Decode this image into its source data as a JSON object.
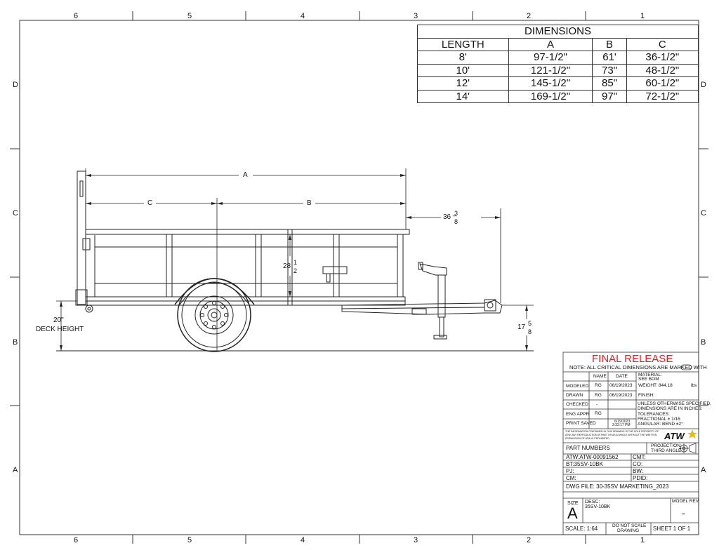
{
  "zones": {
    "columns": [
      "6",
      "5",
      "4",
      "3",
      "2",
      "1"
    ],
    "rows": [
      "D",
      "C",
      "B",
      "A"
    ]
  },
  "dimensions_table": {
    "title": "DIMENSIONS",
    "headers": [
      "LENGTH",
      "A",
      "B",
      "C"
    ],
    "rows": [
      [
        "8'",
        "97-1/2\"",
        "61'",
        "36-1/2\""
      ],
      [
        "10'",
        "121-1/2\"",
        "73\"",
        "48-1/2\""
      ],
      [
        "12'",
        "145-1/2\"",
        "85\"",
        "60-1/2\""
      ],
      [
        "14'",
        "169-1/2\"",
        "97\"",
        "72-1/2\""
      ]
    ]
  },
  "drawing": {
    "dim_a": "A",
    "dim_b": "B",
    "dim_c": "C",
    "tongue_whole": "36",
    "tongue_num": "3",
    "tongue_den": "8",
    "side_whole": "28",
    "side_num": "1",
    "side_den": "2",
    "deck_value": "20\"",
    "deck_label": "DECK HEIGHT",
    "coupler_whole": "17",
    "coupler_num": "5",
    "coupler_den": "8"
  },
  "title_block": {
    "final_release": "FINAL RELEASE",
    "critical_note": "NOTE: ALL CRITICAL DIMENSIONS ARE MARKED WITH",
    "col_name": "NAME",
    "col_date": "DATE",
    "material_label": "MATERIAL:",
    "material_value": "SEE BOM",
    "modeled_label": "MODELED",
    "modeled_name": "RG",
    "modeled_date": "06/19/2023",
    "weight_label": "WEIGHT: 844.18",
    "weight_unit": "lbs",
    "drawn_label": "DRAWN",
    "drawn_name": "RG",
    "drawn_date": "06/19/2023",
    "finish_label": "FINISH:",
    "checked_label": "CHECKED",
    "checked_name": "-",
    "eng_label": "ENG APPR",
    "eng_name": "RG",
    "print_label": "PRINT SAVED",
    "print_date": "6/19/2023",
    "print_time": "3:32:17 PM",
    "spec_line1": "UNLESS OTHERWISE SPECIFIED,",
    "spec_line2": "DIMENSIONS ARE IN INCHES:",
    "spec_line3": "TOLERANCES:",
    "spec_line4": "FRACTIONAL ± 1/16",
    "spec_line5": "ANGULAR: BEND ±2°",
    "confid_line1": "THE INFORMATION CONTAINED IN THIS DRAWING IS THE SOLE PROPERTY OF",
    "confid_line2": "ATW. ANY REPRODUCTION IN PART OR AS A WHOLE WITHOUT THE WRITTEN",
    "confid_line3": "PERMISSION OF ATW IS PROHIBITED.",
    "logo_text": "ATW",
    "part_numbers_label": "PART NUMBERS",
    "projection_label": "PROJECTION:",
    "projection_value": "THIRD ANGLE",
    "atw_number": "ATW:ATW-00091562",
    "cmt_label": "CMT:",
    "bt_number": "BT:35SV-10BK",
    "co_label": "CO:",
    "pj_label": "PJ:",
    "bw_label": "BW:",
    "cm_label": "CM:",
    "pdid_label": "PDID:",
    "dwg_file": "DWG FILE: 30-35SV MARKETING_2023",
    "size_label": "SIZE",
    "size_value": "A",
    "desc_label": "DESC:",
    "desc_value": "35SV-10BK",
    "rev_label": "MODEL REV:",
    "rev_value": "-",
    "scale": "SCALE: 1:64",
    "do_not_scale_1": "DO NOT SCALE",
    "do_not_scale_2": "DRAWING",
    "sheet": "SHEET 1 OF 1"
  }
}
